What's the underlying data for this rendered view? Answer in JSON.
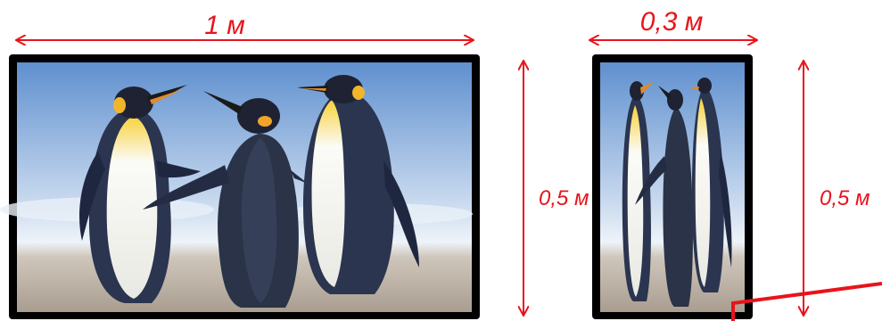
{
  "diagram": {
    "panels": [
      {
        "id": "wide",
        "image_subject": "three penguins on a beach",
        "width_label": "1 м",
        "height_label": "0,5 м"
      },
      {
        "id": "narrow",
        "image_subject": "three penguins on a beach (horizontally squeezed)",
        "width_label": "0,3 м",
        "height_label": "0,5 м"
      }
    ],
    "colors": {
      "annotation": "#e8141b",
      "frame": "#000000",
      "sky_top": "#6f9dd6",
      "sky_bottom": "#e6eef8",
      "sand": "#b9aea0"
    }
  }
}
